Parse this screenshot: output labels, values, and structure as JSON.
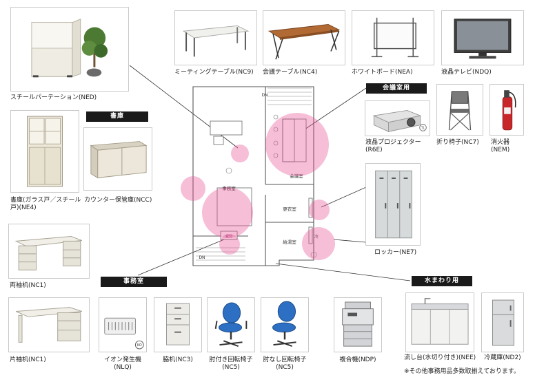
{
  "colors": {
    "highlight": "#e95496",
    "tag_bg": "#1a1a1a",
    "border": "#c9c9c9"
  },
  "tags": {
    "library": "書庫",
    "meeting_room": "会議室用",
    "office": "事務室",
    "water": "水まわり用"
  },
  "items": {
    "partition": "スチールパーテーション(NED)",
    "meeting_table": "ミーティングテーブル(NC9)",
    "conference_table": "会議テーブル(NC4)",
    "whiteboard": "ホワイトボード(NEA)",
    "lcd_tv": "液晶テレビ(NDQ)",
    "bookcase": "書庫(ガラス戸／スチール戸)(NE4)",
    "counter_storage": "カウンター保管庫(NCC)",
    "projector_line1": "液晶プロジェクター",
    "projector_line2": "(R6E)",
    "folding_chair": "折り椅子(NC7)",
    "extinguisher_line1": "消火器",
    "extinguisher_line2": "(NEM)",
    "locker": "ロッカー(NE7)",
    "double_desk": "両袖机(NC1)",
    "single_desk": "片袖机(NC1)",
    "ion_generator_line1": "イオン発生機",
    "ion_generator_line2": "(NLQ)",
    "side_cabinet": "脇机(NC3)",
    "armchair_line1": "肘付き回転椅子",
    "armchair_line2": "(NC5)",
    "chair_line1": "肘なし回転椅子",
    "chair_line2": "(NC5)",
    "copier": "複合機(NDP)",
    "sink": "流し台(水切り付き)(NEE)",
    "fridge": "冷蔵庫(ND2)"
  },
  "plan": {
    "office": "事務室",
    "meeting": "会議室",
    "locker_room": "更衣室",
    "kitchenette": "給湯室",
    "dn_top": "DN",
    "dn_bottom": "DN",
    "reception": "受付",
    "kitchen_mark": "冷"
  },
  "ion_badge": "KO",
  "projector_badge": "TL",
  "footnote": "※その他事務用品多数取揃えております。"
}
